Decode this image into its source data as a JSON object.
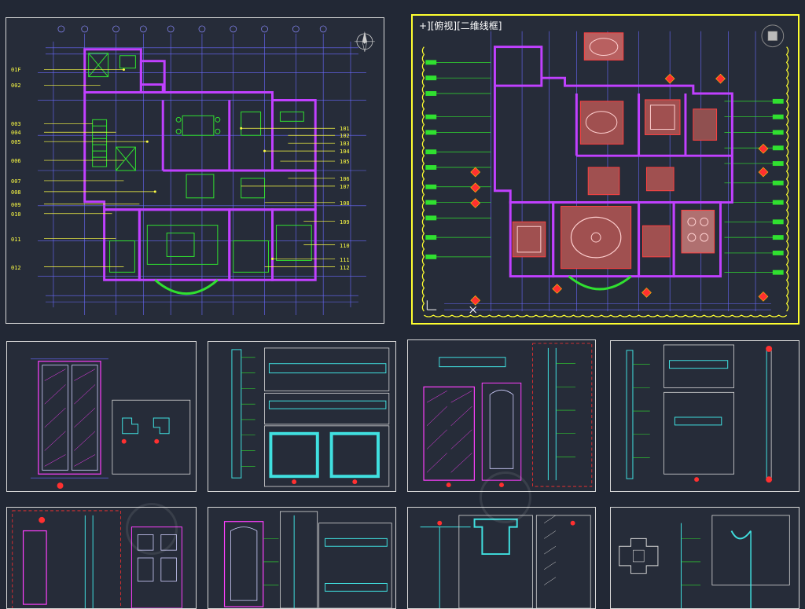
{
  "viewport": {
    "label": "+][俯视][二维线框]"
  },
  "plan_left": {
    "codes_left": [
      "01F",
      "002",
      "003",
      "004",
      "005",
      "006",
      "007",
      "008",
      "009",
      "010",
      "011",
      "012"
    ],
    "codes_right": [
      "101",
      "102",
      "103",
      "104",
      "105",
      "106",
      "107",
      "108",
      "109",
      "110",
      "111",
      "112"
    ]
  },
  "colors": {
    "background": "#222835",
    "sheet_border": "#d8d8d8",
    "wall": "#c040ff",
    "furniture": "#30e030",
    "dimension": "#7070ff",
    "annotation": "#ffff44",
    "tag": "#ff3030",
    "detail": "#40e0e0",
    "viewport_border": "#ffff30"
  },
  "icons": {
    "compass": "north-arrow-icon",
    "viewcube": "viewcube-icon",
    "ucs": "ucs-icon"
  }
}
